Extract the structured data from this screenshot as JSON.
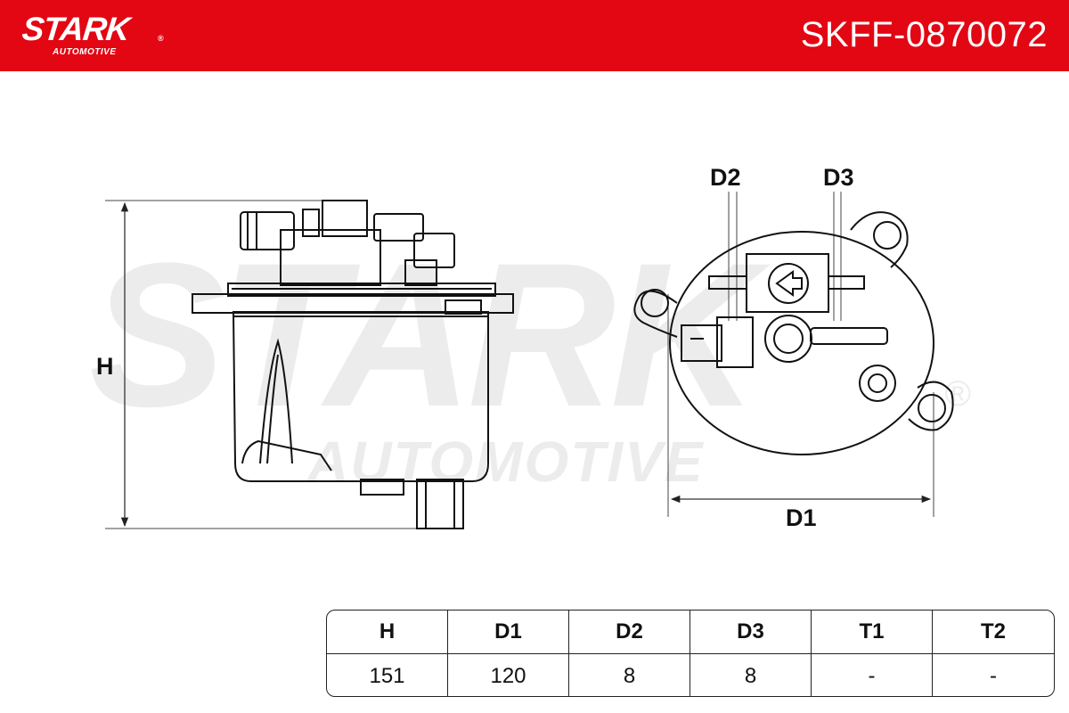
{
  "header": {
    "brand": "STARK",
    "brand_sub": "AUTOMOTIVE",
    "registered": "®",
    "part_number": "SKFF-0870072",
    "color": "#e30613"
  },
  "watermark": {
    "line1": "STARK",
    "line2": "AUTOMOTIVE",
    "registered": "®"
  },
  "dimension_labels": {
    "h": "H",
    "d1": "D1",
    "d2": "D2",
    "d3": "D3"
  },
  "spec_table": {
    "headers": [
      "H",
      "D1",
      "D2",
      "D3",
      "T1",
      "T2"
    ],
    "values": [
      "151",
      "120",
      "8",
      "8",
      "-",
      "-"
    ]
  }
}
